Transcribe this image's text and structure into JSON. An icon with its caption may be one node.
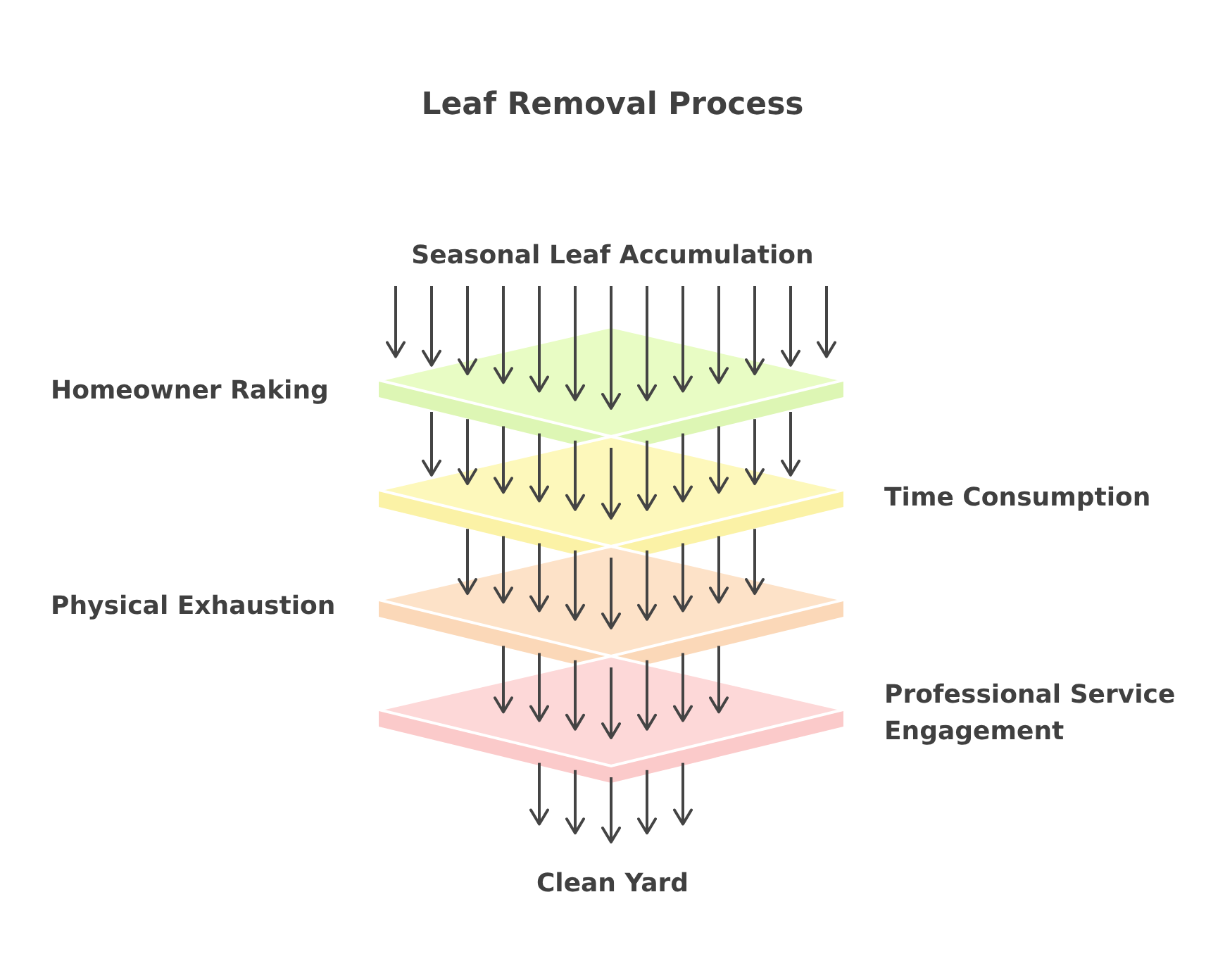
{
  "diagram": {
    "title": "Leaf Removal Process",
    "nodes": [
      {
        "text": [
          "Seasonal Leaf Accumulation"
        ]
      },
      {
        "text": [],
        "shape": "diamond",
        "beside": [
          "Homeowner Raking"
        ]
      },
      {
        "text": [],
        "shape": "diamond",
        "beside": [
          "Time Consumption"
        ]
      },
      {
        "text": [],
        "shape": "diamond",
        "beside": [
          "Physical Exhaustion"
        ]
      },
      {
        "text": [],
        "shape": "diamond",
        "beside": [
          "Professional Service Engagement"
        ]
      },
      {
        "text": [
          "Clean Yard"
        ]
      }
    ],
    "edges": [
      {
        "from": 0,
        "to": 1,
        "arrow": "to"
      },
      {
        "from": 0,
        "to": 1,
        "arrow": "to"
      },
      {
        "from": 0,
        "to": 1,
        "arrow": "to"
      },
      {
        "from": 0,
        "to": 1,
        "arrow": "to"
      },
      {
        "from": 0,
        "to": 1,
        "arrow": "to"
      },
      {
        "from": 0,
        "to": 1,
        "arrow": "to"
      },
      {
        "from": 0,
        "to": 1,
        "arrow": "to"
      },
      {
        "from": 0,
        "to": 1,
        "arrow": "to"
      },
      {
        "from": 0,
        "to": 1,
        "arrow": "to"
      },
      {
        "from": 0,
        "to": 1,
        "arrow": "to"
      },
      {
        "from": 0,
        "to": 1,
        "arrow": "to"
      },
      {
        "from": 0,
        "to": 1,
        "arrow": "to"
      },
      {
        "from": 0,
        "to": 1,
        "arrow": "to"
      },
      {
        "from": 1,
        "to": 2,
        "arrow": "to"
      },
      {
        "from": 1,
        "to": 2,
        "arrow": "to"
      },
      {
        "from": 1,
        "to": 2,
        "arrow": "to"
      },
      {
        "from": 1,
        "to": 2,
        "arrow": "to"
      },
      {
        "from": 1,
        "to": 2,
        "arrow": "to"
      },
      {
        "from": 1,
        "to": 2,
        "arrow": "to"
      },
      {
        "from": 1,
        "to": 2,
        "arrow": "to"
      },
      {
        "from": 1,
        "to": 2,
        "arrow": "to"
      },
      {
        "from": 1,
        "to": 2,
        "arrow": "to"
      },
      {
        "from": 1,
        "to": 2,
        "arrow": "to"
      },
      {
        "from": 1,
        "to": 2,
        "arrow": "to"
      },
      {
        "from": 2,
        "to": 3,
        "arrow": "to"
      },
      {
        "from": 2,
        "to": 3,
        "arrow": "to"
      },
      {
        "from": 2,
        "to": 3,
        "arrow": "to"
      },
      {
        "from": 2,
        "to": 3,
        "arrow": "to"
      },
      {
        "from": 2,
        "to": 3,
        "arrow": "to"
      },
      {
        "from": 2,
        "to": 3,
        "arrow": "to"
      },
      {
        "from": 2,
        "to": 3,
        "arrow": "to"
      },
      {
        "from": 2,
        "to": 3,
        "arrow": "to"
      },
      {
        "from": 2,
        "to": 3,
        "arrow": "to"
      },
      {
        "from": 3,
        "to": 4,
        "arrow": "to"
      },
      {
        "from": 3,
        "to": 4,
        "arrow": "to"
      },
      {
        "from": 3,
        "to": 4,
        "arrow": "to"
      },
      {
        "from": 3,
        "to": 4,
        "arrow": "to"
      },
      {
        "from": 3,
        "to": 4,
        "arrow": "to"
      },
      {
        "from": 3,
        "to": 4,
        "arrow": "to"
      },
      {
        "from": 3,
        "to": 4,
        "arrow": "to"
      },
      {
        "from": 4,
        "to": 5,
        "arrow": "to"
      },
      {
        "from": 4,
        "to": 5,
        "arrow": "to"
      },
      {
        "from": 4,
        "to": 5,
        "arrow": "to"
      },
      {
        "from": 4,
        "to": 5,
        "arrow": "to"
      },
      {
        "from": 4,
        "to": 5,
        "arrow": "to"
      }
    ]
  }
}
